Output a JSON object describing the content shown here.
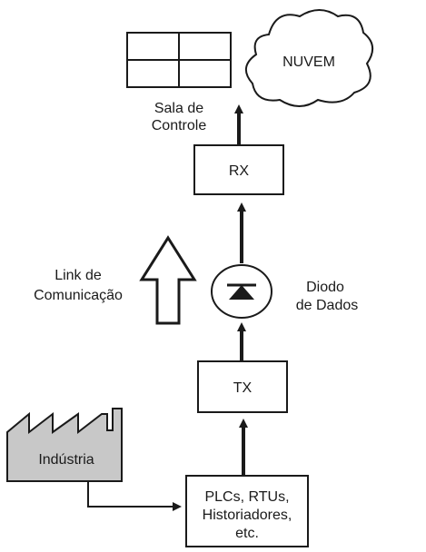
{
  "cloud": {
    "label": "NUVEM"
  },
  "control_room": {
    "line1": "Sala de",
    "line2": "Controle"
  },
  "rx": {
    "label": "RX"
  },
  "tx": {
    "label": "TX"
  },
  "link": {
    "line1": "Link de",
    "line2": "Comunicação"
  },
  "diode": {
    "line1": "Diodo",
    "line2": "de Dados"
  },
  "industry": {
    "label": "Indústria"
  },
  "devices": {
    "line1": "PLCs, RTUs,",
    "line2": "Historiadores,",
    "line3": "etc."
  },
  "colors": {
    "stroke": "#1a1a1a",
    "industry_fill": "#c8c8c8",
    "background": "#ffffff"
  }
}
